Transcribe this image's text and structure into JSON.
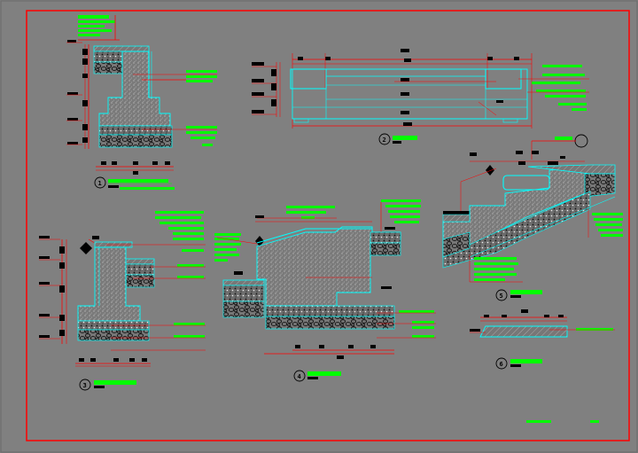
{
  "drawing": {
    "background_color": "#808080",
    "frame_color": "#ff0000",
    "outline_color": "#00ffff",
    "dimension_color": "#ff0000",
    "annotation_fill_color": "#00ff00",
    "detail_markers": [
      {
        "id": "m1",
        "label": "1"
      },
      {
        "id": "m2",
        "label": "2"
      },
      {
        "id": "m3",
        "label": "3"
      },
      {
        "id": "m4",
        "label": "4"
      },
      {
        "id": "m5",
        "label": "5"
      },
      {
        "id": "m6",
        "label": "6"
      }
    ]
  }
}
